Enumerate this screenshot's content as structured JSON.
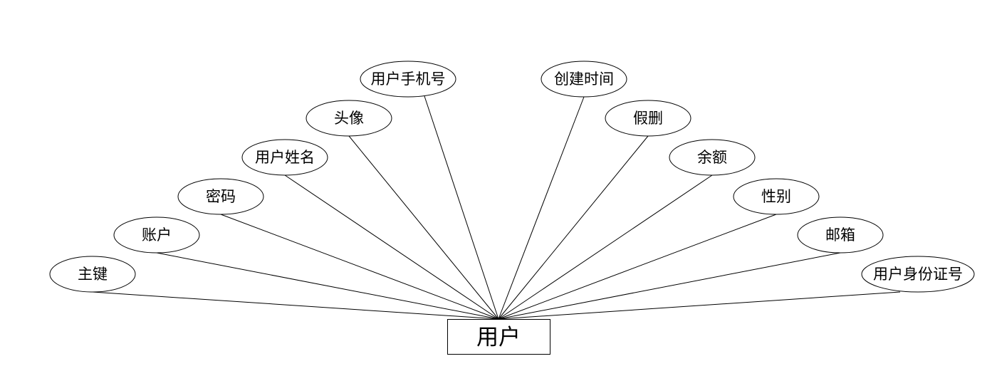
{
  "entity": {
    "label": "用户"
  },
  "attributes": [
    {
      "key": "primary-key",
      "label": "主键"
    },
    {
      "key": "account",
      "label": "账户"
    },
    {
      "key": "password",
      "label": "密码"
    },
    {
      "key": "user-name",
      "label": "用户姓名"
    },
    {
      "key": "avatar",
      "label": "头像"
    },
    {
      "key": "user-phone",
      "label": "用户手机号"
    },
    {
      "key": "created-time",
      "label": "创建时间"
    },
    {
      "key": "soft-delete",
      "label": "假删"
    },
    {
      "key": "balance",
      "label": "余额"
    },
    {
      "key": "gender",
      "label": "性别"
    },
    {
      "key": "email",
      "label": "邮箱"
    },
    {
      "key": "user-id-number",
      "label": "用户身份证号"
    }
  ]
}
